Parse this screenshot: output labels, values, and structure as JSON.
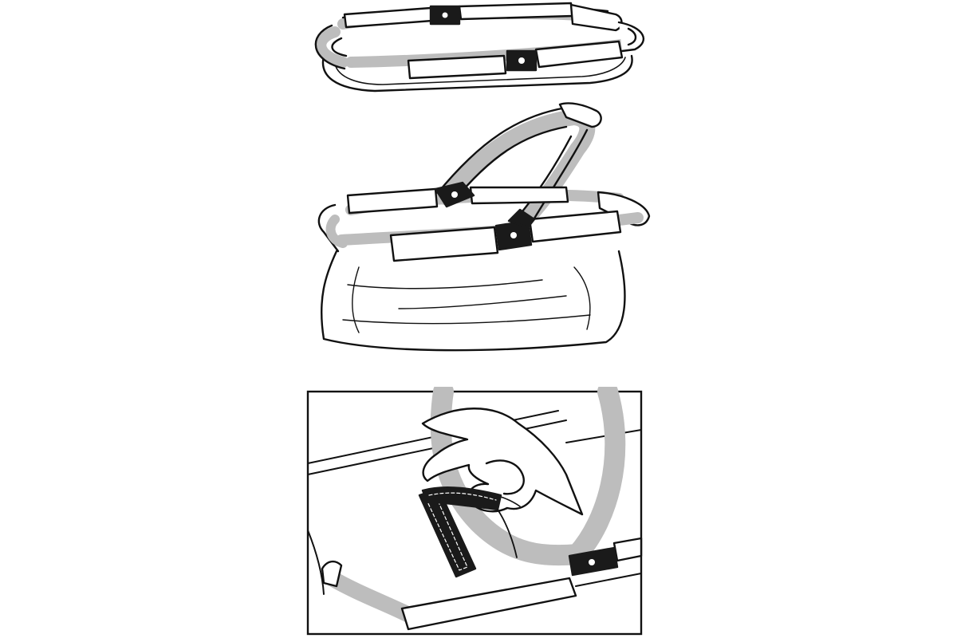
{
  "illustration": {
    "panels": [
      {
        "name": "folded-basket",
        "icon": "folded-basket-icon"
      },
      {
        "name": "open-basket",
        "icon": "open-basket-icon"
      },
      {
        "name": "detail-velcro-strap",
        "icon": "hand-velcro-icon"
      }
    ],
    "colors": {
      "background": "#ffffff",
      "outline": "#111111",
      "frame_grey": "#bdbdbd",
      "hinge": "#1a1a1a",
      "rivet": "#ffffff"
    }
  }
}
